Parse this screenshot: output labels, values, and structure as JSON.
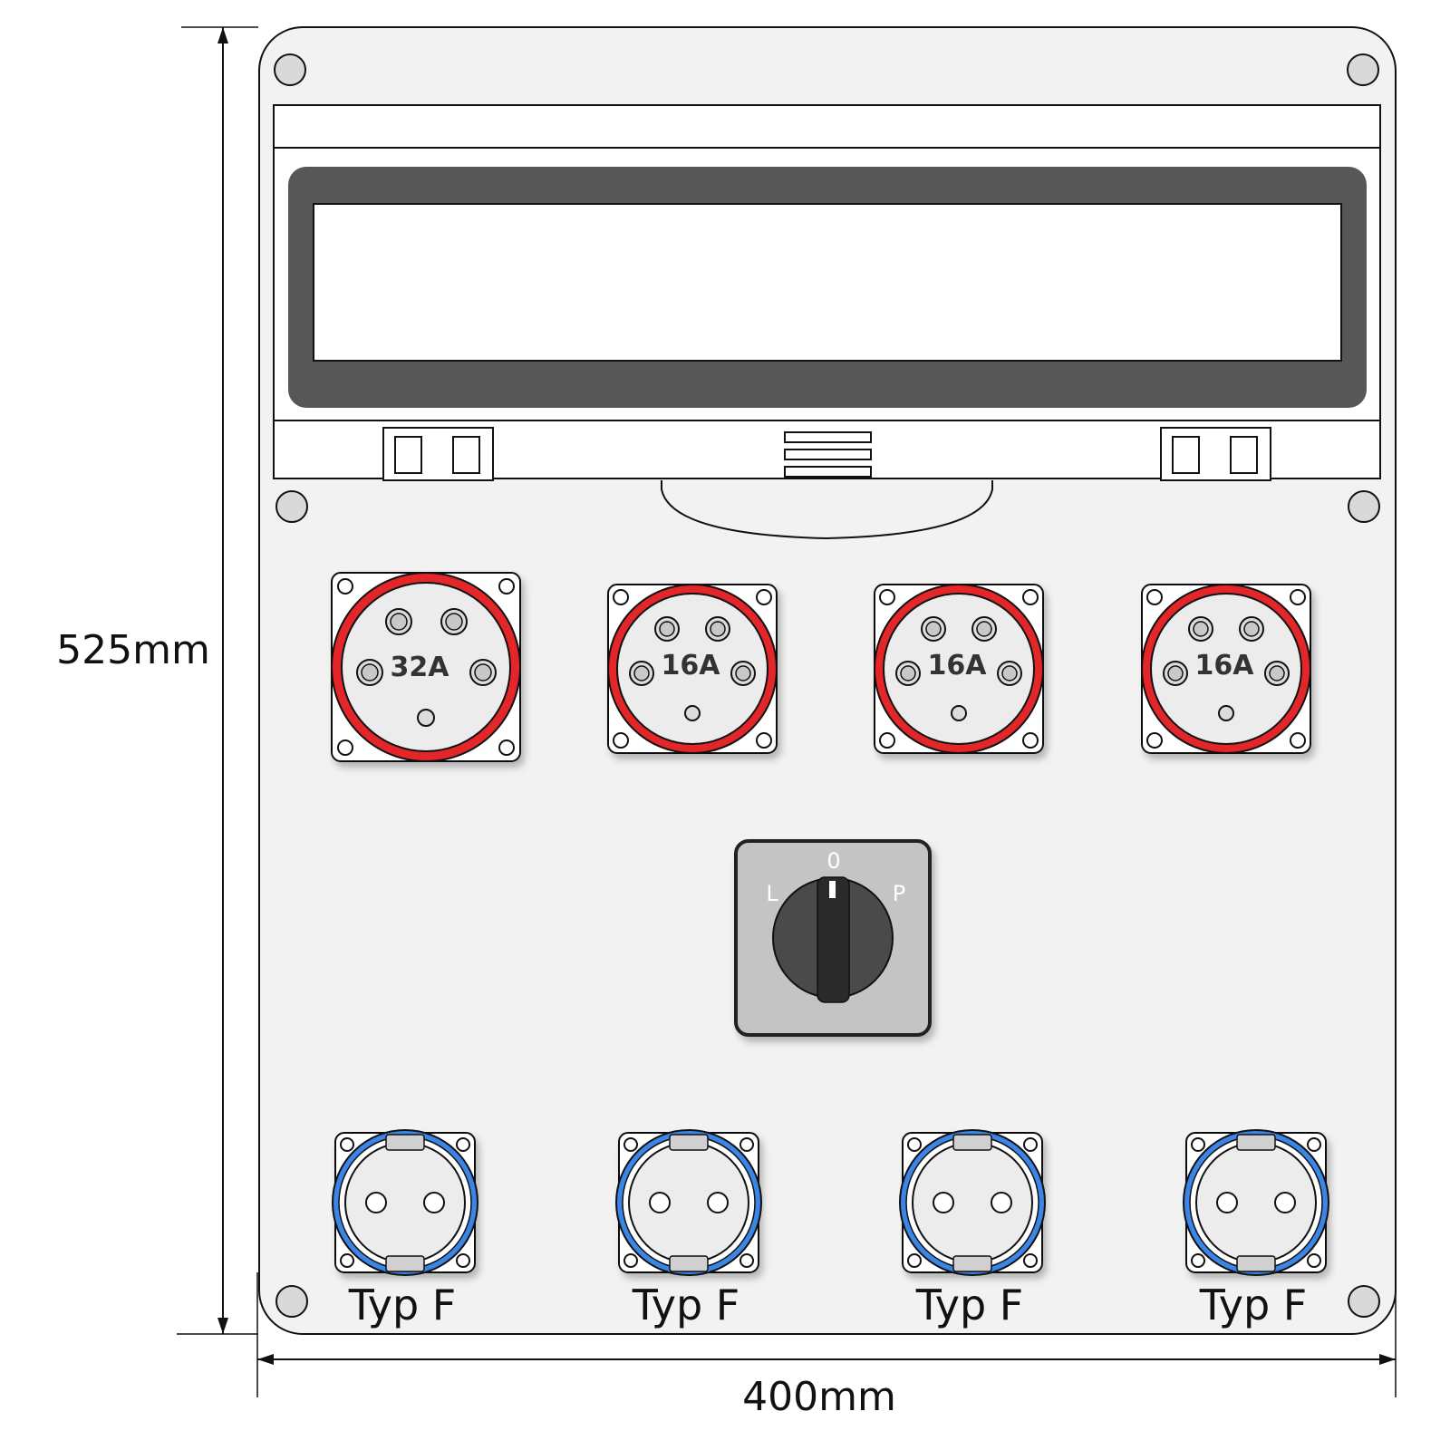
{
  "dimensions": {
    "height_label": "525mm",
    "width_label": "400mm"
  },
  "sockets_top": [
    {
      "rating": "32A"
    },
    {
      "rating": "16A"
    },
    {
      "rating": "16A"
    },
    {
      "rating": "16A"
    }
  ],
  "sockets_bottom": [
    {
      "type": "Typ F"
    },
    {
      "type": "Typ F"
    },
    {
      "type": "Typ F"
    },
    {
      "type": "Typ F"
    }
  ],
  "switch": {
    "left": "L",
    "center": "0",
    "right": "P"
  },
  "colors": {
    "cee_red": "#e3262a",
    "schuko_blue": "#3b85e6",
    "panel": "#f2f2f2",
    "window_frame": "#575757"
  }
}
